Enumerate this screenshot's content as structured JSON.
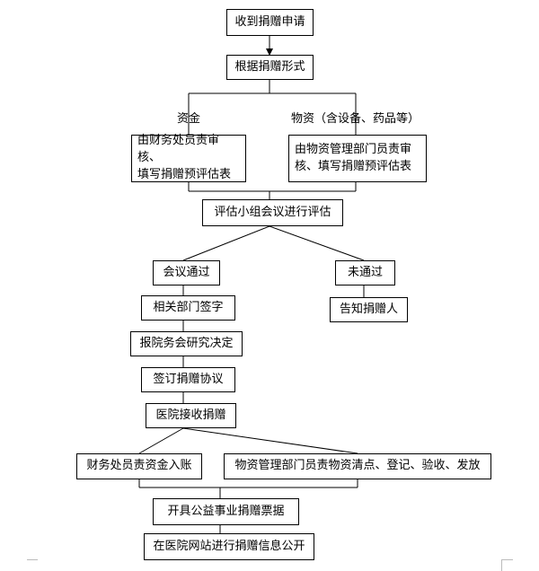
{
  "nodes": {
    "receive": "收到捐赠申请",
    "form": "根据捐赠形式",
    "finance_review": [
      "由财务处员责审核、",
      "填写捐赠预评估表"
    ],
    "material_review": [
      "由物资管理部门员责审",
      "核、填写捐赠预评估表"
    ],
    "assess": "评估小组会议进行评估",
    "pass": "会议通过",
    "fail": "未通过",
    "sign": "相关部门签字",
    "report": "报院务会研究决定",
    "agreement": "签订捐赠协议",
    "accept": "医院接收捐赠",
    "notify": "告知捐赠人",
    "finance_account": "财务处员责资金入账",
    "material_check": "物资管理部门员责物资清点、登记、验收、发放",
    "receipt": "开具公益事业捐赠票据",
    "publish": "在医院网站进行捐赠信息公开"
  },
  "branch_labels": {
    "fund": "资金",
    "goods": "物资（含设备、药品等）"
  }
}
